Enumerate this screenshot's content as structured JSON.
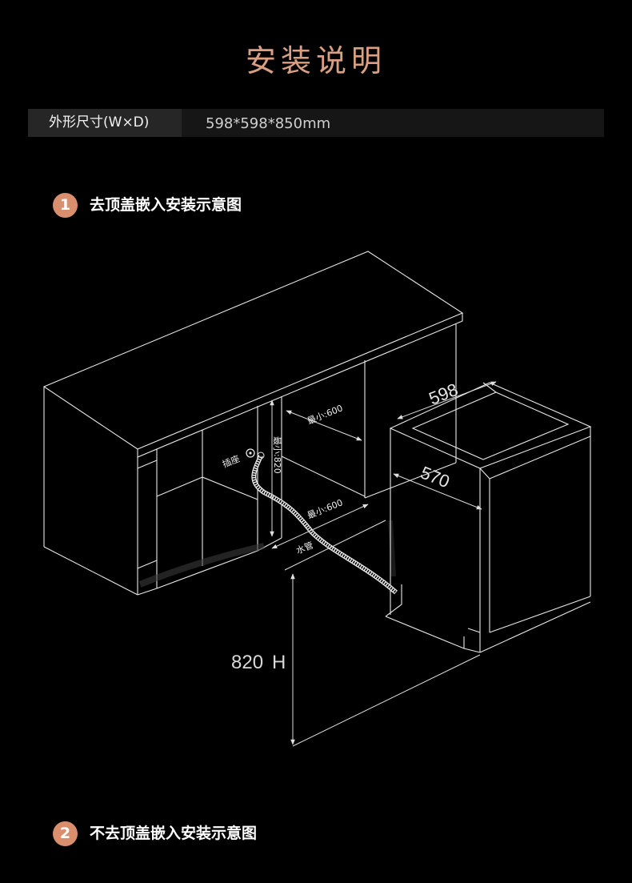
{
  "page": {
    "title": "安装说明"
  },
  "spec": {
    "label": "外形尺寸(W×D)",
    "value": "598*598*850mm"
  },
  "sections": [
    {
      "number": "1",
      "title": "去顶盖嵌入安装示意图"
    },
    {
      "number": "2",
      "title": "不去顶盖嵌入安装示意图"
    }
  ],
  "diagram": {
    "dimensions": {
      "width": "598",
      "depth": "570",
      "height": "820",
      "height_unit": "H",
      "min_width": "最小:600",
      "min_depth": "最小:600",
      "min_height": "最小:820"
    },
    "labels": {
      "socket": "插座",
      "water_pipe": "水管"
    }
  },
  "colors": {
    "background": "#000000",
    "title_accent": "#d9a083",
    "badge": "#d98e6e",
    "line": "#e8e8e8"
  }
}
